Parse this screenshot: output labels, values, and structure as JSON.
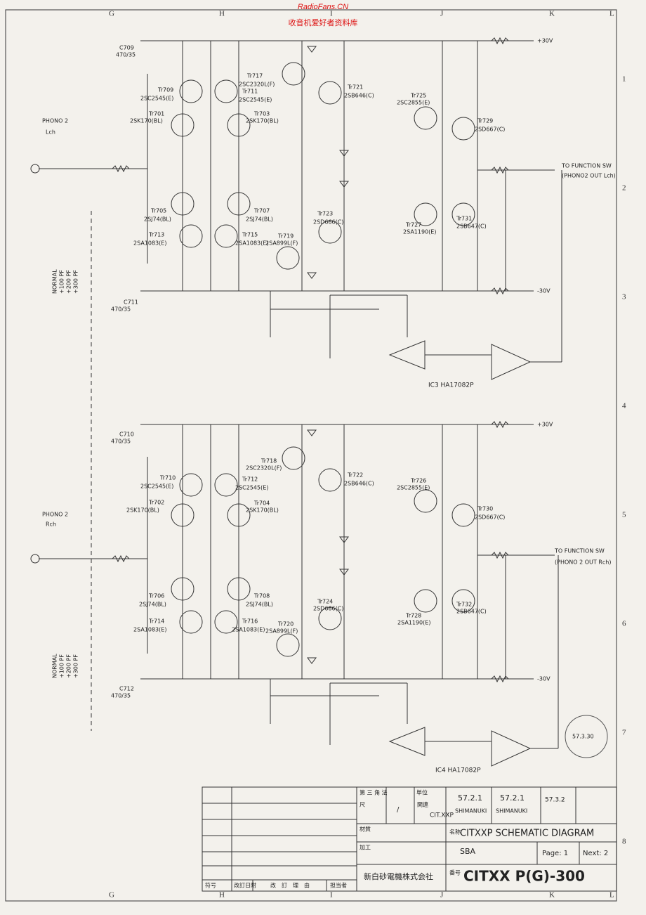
{
  "watermark": {
    "line1": "RadioFans.CN",
    "line2": "收音机爱好者资料库"
  },
  "grid": {
    "cols": [
      "G",
      "H",
      "I",
      "J",
      "K",
      "L"
    ],
    "rows": [
      "1",
      "2",
      "3",
      "4",
      "5",
      "6",
      "7",
      "8"
    ]
  },
  "upper": {
    "input_label": "PHONO 2",
    "channel": "Lch",
    "output_label": "TO FUNCTION SW",
    "output_sub": "(PHONO2 OUT Lch)",
    "supply_pos": "+30V",
    "supply_neg": "-30V",
    "ic": "IC3  HA17082P",
    "cap_in": [
      "C709",
      "470/35",
      "C711",
      "470/35"
    ],
    "transistors": [
      {
        "ref": "Tr709",
        "part": "2SC2545(E)"
      },
      {
        "ref": "Tr711",
        "part": "2SC2545(E)"
      },
      {
        "ref": "Tr701",
        "part": "2SK170(BL)"
      },
      {
        "ref": "Tr703",
        "part": "2SK170(BL)"
      },
      {
        "ref": "Tr705",
        "part": "2SJ74(BL)"
      },
      {
        "ref": "Tr707",
        "part": "2SJ74(BL)"
      },
      {
        "ref": "Tr713",
        "part": "2SA1083(E)"
      },
      {
        "ref": "Tr715",
        "part": "2SA1083(E)"
      },
      {
        "ref": "Tr717",
        "part": "2SC2320L(F)"
      },
      {
        "ref": "Tr719",
        "part": "2SA899L(F)"
      },
      {
        "ref": "Tr721",
        "part": "2SB646(C)"
      },
      {
        "ref": "Tr723",
        "part": "2SD666(C)"
      },
      {
        "ref": "Tr725",
        "part": "2SC2855(E)"
      },
      {
        "ref": "Tr727",
        "part": "2SA1190(E)"
      },
      {
        "ref": "Tr729",
        "part": "2SD667(C)"
      },
      {
        "ref": "Tr731",
        "part": "2SB647(C)"
      }
    ]
  },
  "lower": {
    "input_label": "PHONO 2",
    "channel": "Rch",
    "output_label": "TO FUNCTION SW",
    "output_sub": "(PHONO 2 OUT Rch)",
    "supply_pos": "+30V",
    "supply_neg": "-30V",
    "ic": "IC4  HA17082P",
    "cap_in": [
      "C710",
      "470/35",
      "C712",
      "470/35"
    ],
    "transistors": [
      {
        "ref": "Tr710",
        "part": "2SC2545(E)"
      },
      {
        "ref": "Tr712",
        "part": "2SC2545(E)"
      },
      {
        "ref": "Tr702",
        "part": "2SK170(BL)"
      },
      {
        "ref": "Tr704",
        "part": "2SK170(BL)"
      },
      {
        "ref": "Tr706",
        "part": "2SJ74(BL)"
      },
      {
        "ref": "Tr708",
        "part": "2SJ74(BL)"
      },
      {
        "ref": "Tr714",
        "part": "2SA1083(E)"
      },
      {
        "ref": "Tr716",
        "part": "2SA1083(E)"
      },
      {
        "ref": "Tr718",
        "part": "2SC2320L(F)"
      },
      {
        "ref": "Tr720",
        "part": "2SA899L(F)"
      },
      {
        "ref": "Tr722",
        "part": "2SB646(C)"
      },
      {
        "ref": "Tr724",
        "part": "2SD666(C)"
      },
      {
        "ref": "Tr726",
        "part": "2SC2855(E)"
      },
      {
        "ref": "Tr728",
        "part": "2SA1190(E)"
      },
      {
        "ref": "Tr730",
        "part": "2SD667(C)"
      },
      {
        "ref": "Tr732",
        "part": "2SB647(C)"
      }
    ]
  },
  "normal_label": [
    "NORMAL",
    "+100 PF",
    "+200 PF",
    "+300 PF"
  ],
  "title_block": {
    "hdr_proj": "第 三 角 法",
    "hdr_unit": "単位",
    "scale_lbl": "尺",
    "scale_val": "/",
    "rel_lbl": "関連",
    "rel_val": "CIT.XXP",
    "mat_lbl": "材質",
    "process_lbl": "加工",
    "dwg_date": "57.2.1",
    "dwg_name": "SHIMANUKI",
    "design_date": "57.2.1",
    "design_name": "SHIMANUKI",
    "check_date": "57.3.2",
    "title_lbl": "名称",
    "title": "CITXXP SCHEMATIC DIAGRAM",
    "code": "SBA",
    "page": "Page: 1",
    "next": "Next: 2",
    "num_lbl": "番号",
    "number": "CITXX P(G)-300",
    "company": "新白砂電機株式会社",
    "rev_cols": [
      "符号",
      "改訂日附",
      "改　訂　理　由",
      "担当者"
    ],
    "stamp": "57.3.30"
  }
}
